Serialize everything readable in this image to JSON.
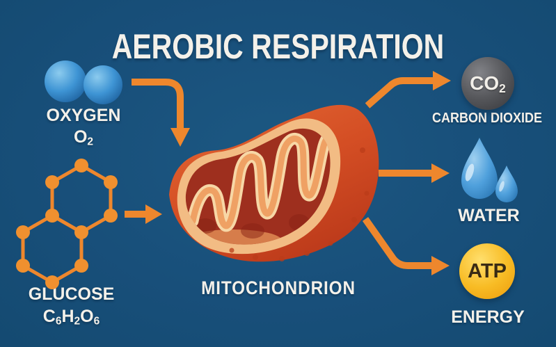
{
  "title": "AEROBIC RESPIRATION",
  "theme": {
    "background_blue": "#184F7A",
    "arrow_orange": "#EE872D",
    "text_color": "#F4F1EA",
    "oxygen_blue": "#3E94D4",
    "glucose_orange": "#F0902F",
    "mitochondrion_orange": "#D44E24",
    "mitochondrion_matrix_red": "#9E2F1E",
    "cristae_peach": "#EFA164",
    "co2_gray": "#58595D",
    "water_blue": "#4FA0DC",
    "atp_gold": "#F8BC25"
  },
  "inputs": {
    "oxygen": {
      "label": "OXYGEN",
      "formula": {
        "base": "O",
        "sub": "2"
      }
    },
    "glucose": {
      "label": "GLUCOSE",
      "formula": {
        "p1": "C",
        "s1": "6",
        "p2": "H",
        "s2": "2",
        "p3": "O",
        "s3": "6"
      }
    }
  },
  "organelle": {
    "label": "MITOCHONDRION"
  },
  "outputs": {
    "carbon_dioxide": {
      "badge": {
        "base": "CO",
        "sub": "2"
      },
      "label": "CARBON DIOXIDE"
    },
    "water": {
      "label": "WATER"
    },
    "atp": {
      "badge": "ATP",
      "label": "ENERGY"
    }
  }
}
